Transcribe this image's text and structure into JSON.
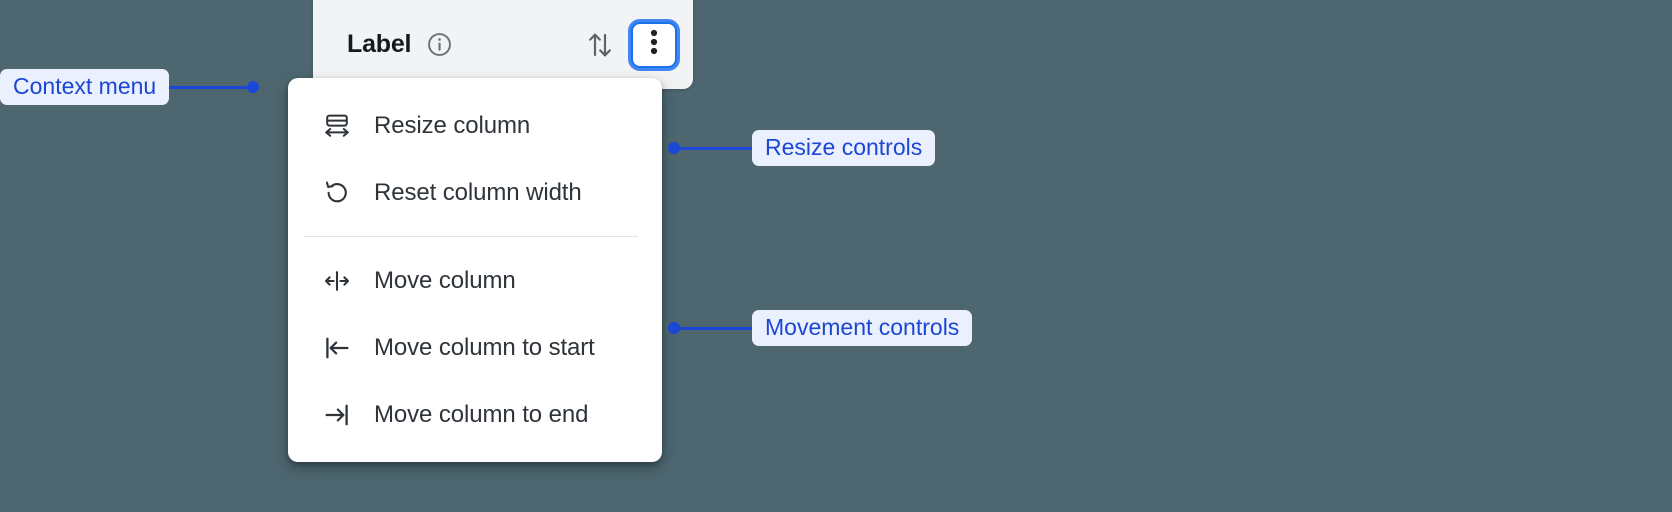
{
  "colors": {
    "page_background": "#4d6670",
    "header_background": "#f1f3f4",
    "menu_background": "#ffffff",
    "focus_ring": "#4285f4",
    "annotation_text": "#1c46d4",
    "annotation_pill_background": "#eaf0fd",
    "menu_text": "#2e3439"
  },
  "column_header": {
    "title": "Label",
    "info_icon": "info-circle-icon",
    "sort_icon": "sort-up-down-icon",
    "menu_button_icon": "kebab-vertical-icon"
  },
  "context_menu": {
    "groups": [
      {
        "name": "resize",
        "items": [
          {
            "icon": "resize-column-icon",
            "label": "Resize column"
          },
          {
            "icon": "reset-width-icon",
            "label": "Reset column width"
          }
        ]
      },
      {
        "name": "movement",
        "items": [
          {
            "icon": "move-column-icon",
            "label": "Move column"
          },
          {
            "icon": "move-column-start-icon",
            "label": "Move column to start"
          },
          {
            "icon": "move-column-end-icon",
            "label": "Move column to end"
          }
        ]
      }
    ]
  },
  "annotations": [
    {
      "label": "Context menu",
      "side": "left"
    },
    {
      "label": "Resize controls",
      "side": "right"
    },
    {
      "label": "Movement controls",
      "side": "right"
    }
  ]
}
